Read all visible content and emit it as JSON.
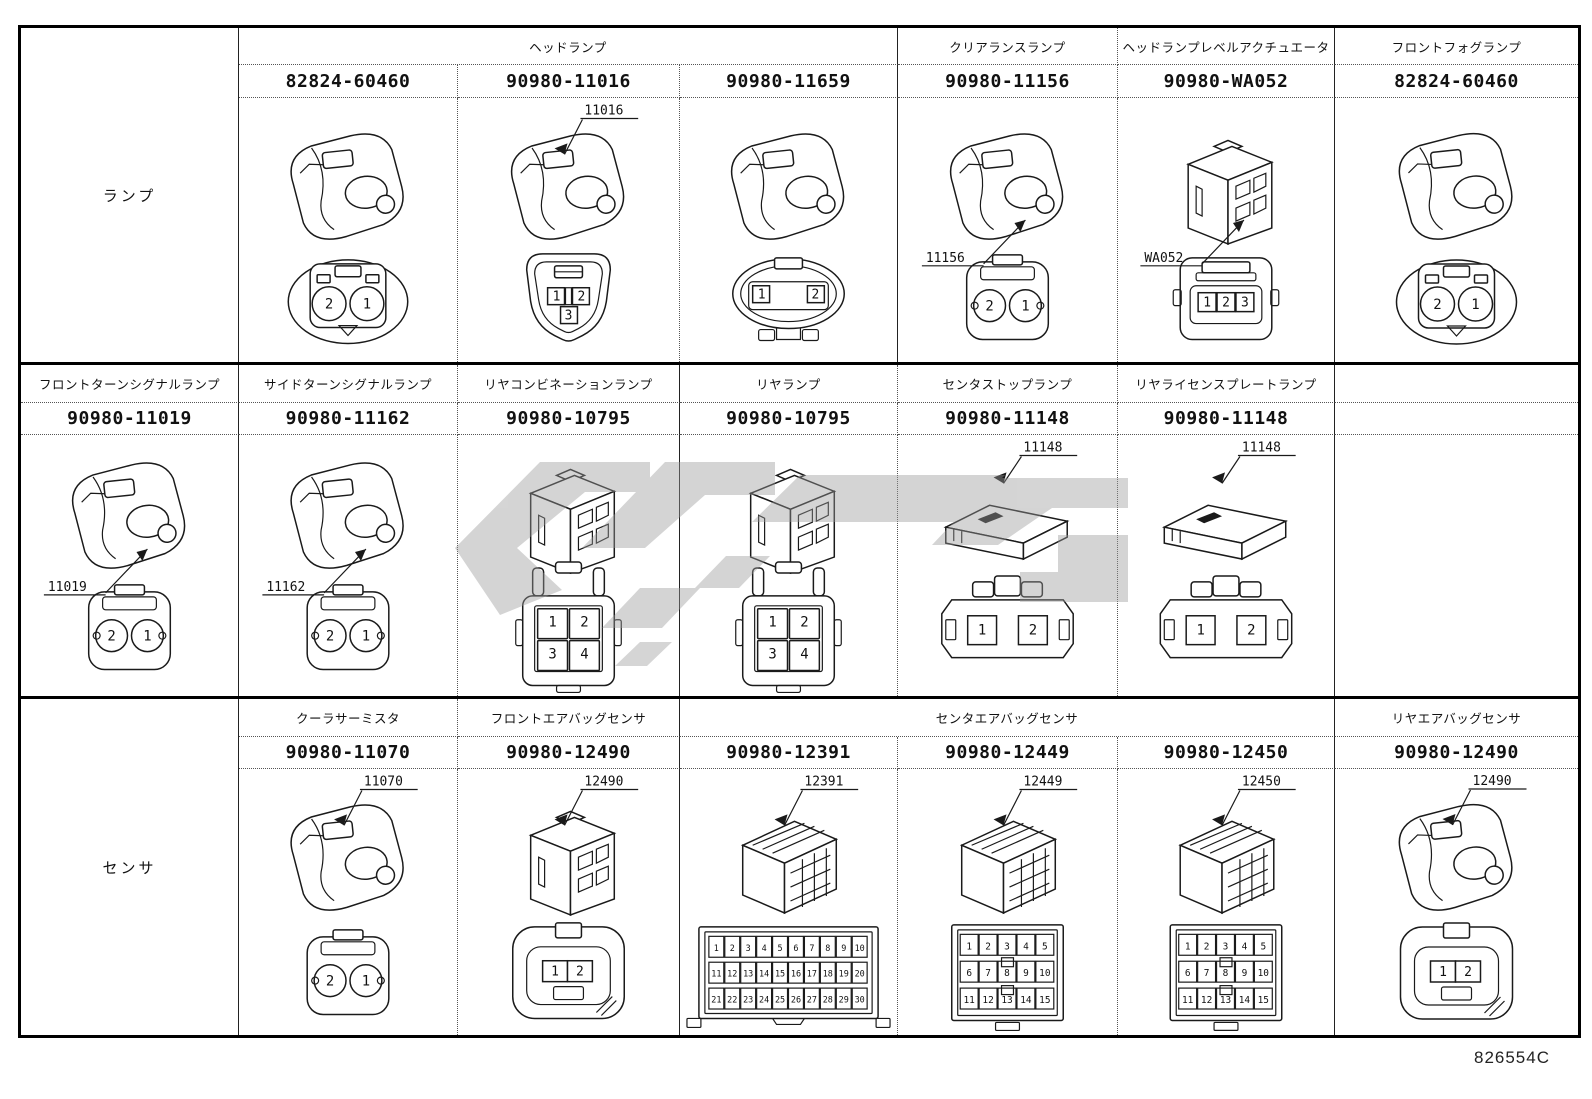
{
  "doc_number": "826554C",
  "watermark_color": "#9a9a9a",
  "row_labels": {
    "lamp": "ランプ",
    "sensor": "センサ"
  },
  "sections": [
    {
      "id": "lamp",
      "side_label": "ランプ",
      "groups": [
        {
          "label": "ヘッドランプ",
          "span": 3
        },
        {
          "label": "クリアランスランプ",
          "span": 1
        },
        {
          "label": "ヘッドランプレベルアクチュエータ",
          "span": 1
        },
        {
          "label": "フロントフォグランプ",
          "span": 1
        }
      ],
      "cells": [
        {
          "part_number": "82824-60460",
          "callout": "",
          "callout_pos": "",
          "iso": "lamp",
          "front": {
            "style": "lemon",
            "pins": [
              "2",
              "1"
            ]
          }
        },
        {
          "part_number": "90980-11016",
          "callout": "11016",
          "callout_pos": "above",
          "iso": "lamp",
          "front": {
            "style": "tri",
            "pins": [
              "1",
              "2",
              "3"
            ]
          }
        },
        {
          "part_number": "90980-11659",
          "callout": "",
          "callout_pos": "",
          "iso": "lamp",
          "front": {
            "style": "ovalsq",
            "pins": [
              "1",
              "2"
            ]
          }
        },
        {
          "part_number": "90980-11156",
          "callout": "11156",
          "callout_pos": "below",
          "iso": "lamp",
          "front": {
            "style": "roundbox",
            "pins": [
              "2",
              "1"
            ]
          }
        },
        {
          "part_number": "90980-WA052",
          "callout": "WA052",
          "callout_pos": "below",
          "iso": "box",
          "front": {
            "style": "row3",
            "pins": [
              "1",
              "2",
              "3"
            ]
          }
        },
        {
          "part_number": "82824-60460",
          "callout": "",
          "callout_pos": "",
          "iso": "lamp",
          "front": {
            "style": "lemon",
            "pins": [
              "2",
              "1"
            ]
          }
        }
      ]
    },
    {
      "id": "turn-signal",
      "side_label": "",
      "groups": [
        {
          "label": "フロントターンシグナルランプ",
          "span": 1
        },
        {
          "label": "サイドターンシグナルランプ",
          "span": 1
        },
        {
          "label": "リヤコンビネーションランプ",
          "span": 1
        },
        {
          "label": "リヤランプ",
          "span": 1
        },
        {
          "label": "センタストップランプ",
          "span": 1
        },
        {
          "label": "リヤライセンスプレートランプ",
          "span": 1
        },
        {
          "label": "",
          "span": 1
        }
      ],
      "cells": [
        {
          "part_number": "90980-11019",
          "callout": "11019",
          "callout_pos": "below",
          "iso": "lamp",
          "front": {
            "style": "roundbox",
            "pins": [
              "2",
              "1"
            ]
          }
        },
        {
          "part_number": "90980-11162",
          "callout": "11162",
          "callout_pos": "below",
          "iso": "lamp",
          "front": {
            "style": "roundbox",
            "pins": [
              "2",
              "1"
            ]
          }
        },
        {
          "part_number": "90980-10795",
          "callout": "",
          "callout_pos": "",
          "iso": "box",
          "front": {
            "style": "grid4",
            "pins": [
              "1",
              "2",
              "3",
              "4"
            ]
          }
        },
        {
          "part_number": "90980-10795",
          "callout": "",
          "callout_pos": "",
          "iso": "box",
          "front": {
            "style": "grid4",
            "pins": [
              "1",
              "2",
              "3",
              "4"
            ]
          }
        },
        {
          "part_number": "90980-11148",
          "callout": "11148",
          "callout_pos": "above",
          "iso": "wedge",
          "front": {
            "style": "sq2",
            "pins": [
              "1",
              "2"
            ]
          }
        },
        {
          "part_number": "90980-11148",
          "callout": "11148",
          "callout_pos": "above",
          "iso": "wedge",
          "front": {
            "style": "sq2",
            "pins": [
              "1",
              "2"
            ]
          }
        },
        {
          "part_number": "",
          "callout": "",
          "callout_pos": "",
          "iso": "",
          "front": null
        }
      ]
    },
    {
      "id": "sensor",
      "side_label": "センサ",
      "groups": [
        {
          "label": "クーラサーミスタ",
          "span": 1
        },
        {
          "label": "フロントエアバッグセンサ",
          "span": 1
        },
        {
          "label": "センタエアバッグセンサ",
          "span": 3
        },
        {
          "label": "リヤエアバッグセンサ",
          "span": 1
        }
      ],
      "cells": [
        {
          "part_number": "90980-11070",
          "callout": "11070",
          "callout_pos": "above",
          "iso": "lamp",
          "front": {
            "style": "roundbox",
            "pins": [
              "2",
              "1"
            ]
          }
        },
        {
          "part_number": "90980-12490",
          "callout": "12490",
          "callout_pos": "above",
          "iso": "box",
          "front": {
            "style": "sqround",
            "pins": [
              "1",
              "2"
            ]
          }
        },
        {
          "part_number": "90980-12391",
          "callout": "12391",
          "callout_pos": "above",
          "iso": "grid",
          "front": {
            "style": "biggrid",
            "pin_rows": [
              [
                "1",
                "2",
                "3",
                "4",
                "5",
                "6",
                "7",
                "8",
                "9",
                "10"
              ],
              [
                "11",
                "12",
                "13",
                "14",
                "15",
                "16",
                "17",
                "18",
                "19",
                "20"
              ],
              [
                "21",
                "22",
                "23",
                "24",
                "25",
                "26",
                "27",
                "28",
                "29",
                "30"
              ]
            ]
          }
        },
        {
          "part_number": "90980-12449",
          "callout": "12449",
          "callout_pos": "above",
          "iso": "grid",
          "front": {
            "style": "midgrid",
            "pin_rows": [
              [
                "1",
                "2",
                "3",
                "4",
                "5"
              ],
              [
                "6",
                "7",
                "8",
                "9",
                "10"
              ],
              [
                "11",
                "12",
                "13",
                "14",
                "15"
              ]
            ]
          }
        },
        {
          "part_number": "90980-12450",
          "callout": "12450",
          "callout_pos": "above",
          "iso": "grid",
          "front": {
            "style": "midgrid",
            "pin_rows": [
              [
                "1",
                "2",
                "3",
                "4",
                "5"
              ],
              [
                "6",
                "7",
                "8",
                "9",
                "10"
              ],
              [
                "11",
                "12",
                "13",
                "14",
                "15"
              ]
            ]
          }
        },
        {
          "part_number": "90980-12490",
          "callout": "12490",
          "callout_pos": "above",
          "iso": "lamp",
          "front": {
            "style": "sqround",
            "pins": [
              "1",
              "2"
            ]
          }
        }
      ]
    }
  ]
}
